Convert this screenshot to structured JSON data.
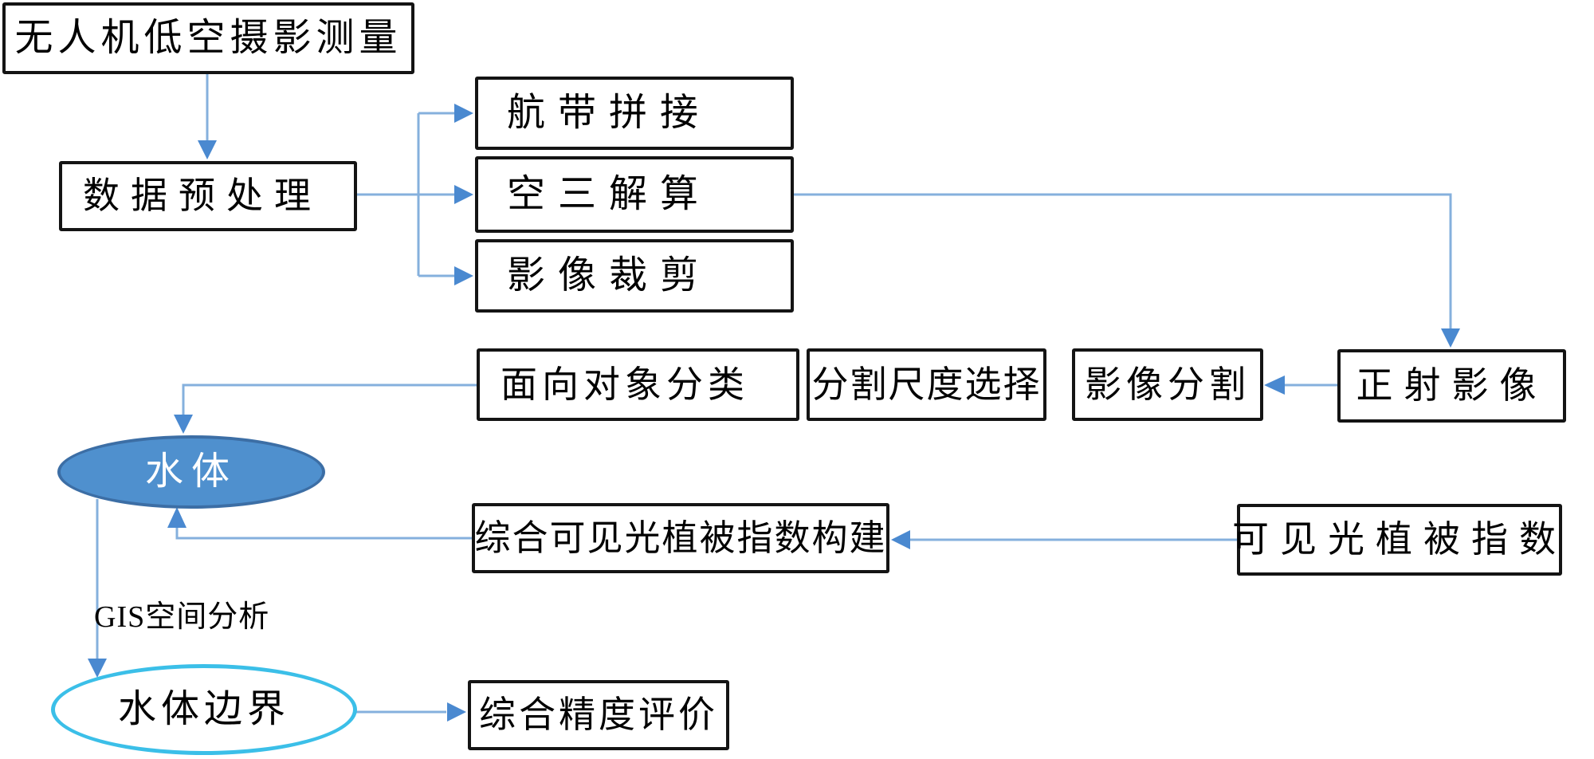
{
  "figure": {
    "type": "flowchart",
    "title": "UAV low-altitude photogrammetry water-body extraction workflow",
    "nodes": {
      "uav": "无人机低空摄影测量",
      "preprocess": "数据预处理",
      "strip_stitch": "航带拼接",
      "aero_triangulation": "空三解算",
      "image_crop": "影像裁剪",
      "object_classification": "面向对象分类",
      "scale_selection": "分割尺度选择",
      "image_segmentation": "影像分割",
      "orthophoto": "正射影像",
      "cvvi_build": "综合可见光植被指数构建",
      "vvi": "可见光植被指数",
      "water": "水体",
      "water_boundary": "水体边界",
      "accuracy_eval": "综合精度评价"
    },
    "edge_labels": {
      "gis": "GIS空间分析"
    },
    "colors": {
      "connector_line": "#85b0dd",
      "arrowhead": "#4a89d0",
      "box_border": "#141414",
      "water_fill": "#4f90ce",
      "water_stroke": "#3c6ea5",
      "boundary_stroke": "#3bbfe8",
      "text": "#000000",
      "water_text": "#ffffff"
    }
  }
}
